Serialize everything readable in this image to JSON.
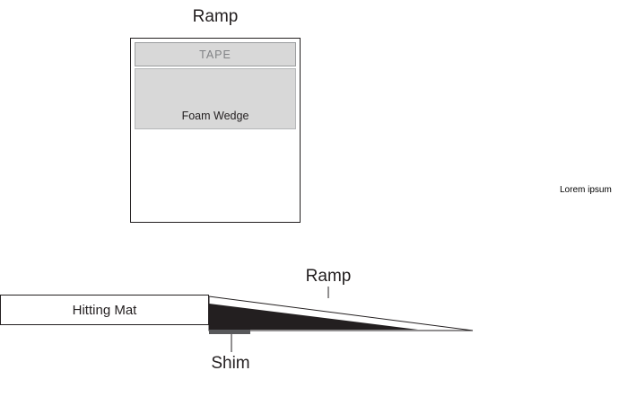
{
  "top_view": {
    "title": "Ramp",
    "tape_label": "TAPE",
    "foam_label": "Foam Wedge"
  },
  "annotation": "Lorem ipsum",
  "side_view": {
    "ramp_label": "Ramp",
    "mat_label": "Hitting Mat",
    "shim_label": "Shim"
  },
  "colors": {
    "outline": "#231f20",
    "fill_gray": "#d8d8d8",
    "tape_text_gray": "#808285",
    "wedge_black": "#231f20",
    "shim_gray": "#58595b",
    "background": "#ffffff"
  }
}
